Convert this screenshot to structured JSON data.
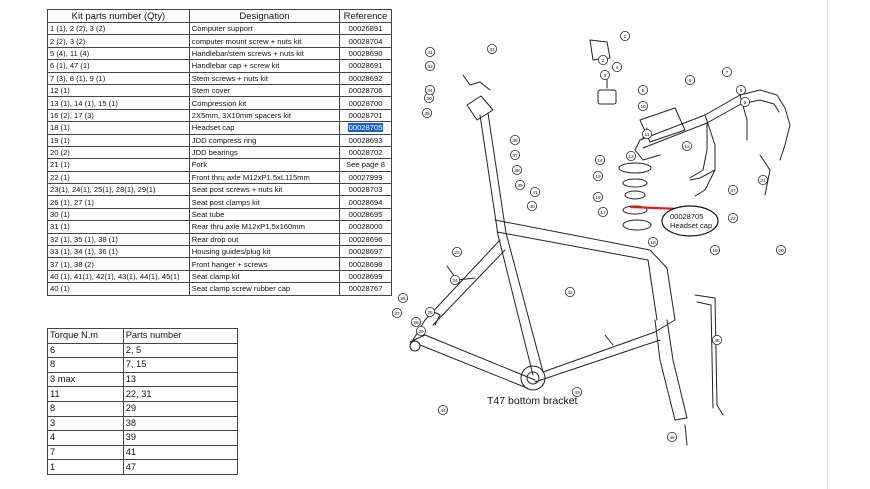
{
  "parts_table": {
    "headers": [
      "Kit parts number (Qty)",
      "Designation",
      "Reference"
    ],
    "rows": [
      [
        "1 (1), 2 (2), 3 (2)",
        "Computer support",
        "00026891"
      ],
      [
        "2 (2), 3 (2)",
        "computer mount screw + nuts kit",
        "00028704"
      ],
      [
        "5 (4), 11 (4)",
        "Handlebar/stem screws + nuts kit",
        "00028690"
      ],
      [
        "6 (1), 47 (1)",
        "Handlebar cap + screw kit",
        "00028691"
      ],
      [
        "7 (3), 8 (1), 9 (1)",
        "Stem screws + nuts kit",
        "00028692"
      ],
      [
        "12 (1)",
        "Stem cover",
        "00028706"
      ],
      [
        "13 (1), 14 (1), 15 (1)",
        "Compression kit",
        "00028700"
      ],
      [
        "16 (2), 17 (3)",
        "2X5mm, 3X10mm spacers kit",
        "00028701"
      ],
      [
        "18 (1)",
        "Headset cap",
        "00028705"
      ],
      [
        "19 (1)",
        "JDD compress ring",
        "00028693"
      ],
      [
        "20 (2)",
        "JDD bearings",
        "00028702"
      ],
      [
        "21 (1)",
        "Fork",
        "See page 8"
      ],
      [
        "22 (1)",
        "Front thru axle M12xP1.5xL115mm",
        "00027999"
      ],
      [
        "23(1), 24(1), 25(1), 28(1), 29(1)",
        "Seat post screws + nuts kit",
        "00028703"
      ],
      [
        "26 (1), 27 (1)",
        "Seat post clamps kit",
        "00028694"
      ],
      [
        "30 (1)",
        "Seat tube",
        "00028695"
      ],
      [
        "31 (1)",
        "Rear thru axle M12xP1.5x160mm",
        "00028000"
      ],
      [
        "32 (1), 35 (1), 38 (1)",
        "Rear drop out",
        "00028696"
      ],
      [
        "33 (1), 34 (1), 36 (1)",
        "Housing guides/plug kit",
        "00028697"
      ],
      [
        "37 (1), 38 (2)",
        "Front hanger + screws",
        "00028698"
      ],
      [
        "40 (1), 41(1), 42(1), 43(1), 44(1), 45(1)",
        "Seat clamp kit",
        "00028699"
      ],
      [
        "40 (1)",
        "Seat clamp screw rubber cap",
        "00028767"
      ]
    ],
    "highlighted_reference": "00028705"
  },
  "torque_table": {
    "headers": [
      "Torque N.m",
      "Parts number"
    ],
    "rows": [
      [
        "6",
        "2, 5"
      ],
      [
        "8",
        "7, 15"
      ],
      [
        "3 max",
        "13"
      ],
      [
        "11",
        "22, 31"
      ],
      [
        "8",
        "29"
      ],
      [
        "3",
        "38"
      ],
      [
        "4",
        "39"
      ],
      [
        "7",
        "41"
      ],
      [
        "1",
        "47"
      ]
    ]
  },
  "diagram": {
    "callout_ref": "00028705",
    "callout_label": "Headset cap",
    "bottom_bracket_label": "T47 bottom bracket",
    "part_numbers": [
      "1",
      "2",
      "3",
      "4",
      "5",
      "6",
      "7",
      "8",
      "9",
      "10",
      "11",
      "12",
      "13",
      "14",
      "15",
      "16",
      "17",
      "18",
      "19",
      "20",
      "21",
      "22",
      "23",
      "24",
      "25",
      "26",
      "27",
      "28",
      "29",
      "30",
      "31",
      "32",
      "33",
      "34",
      "35",
      "36",
      "37",
      "38",
      "39",
      "40",
      "41",
      "42",
      "43",
      "44",
      "45",
      "46",
      "47"
    ],
    "colors": {
      "arrow": "#e21b1b",
      "highlight": "#1a5fcc"
    }
  }
}
